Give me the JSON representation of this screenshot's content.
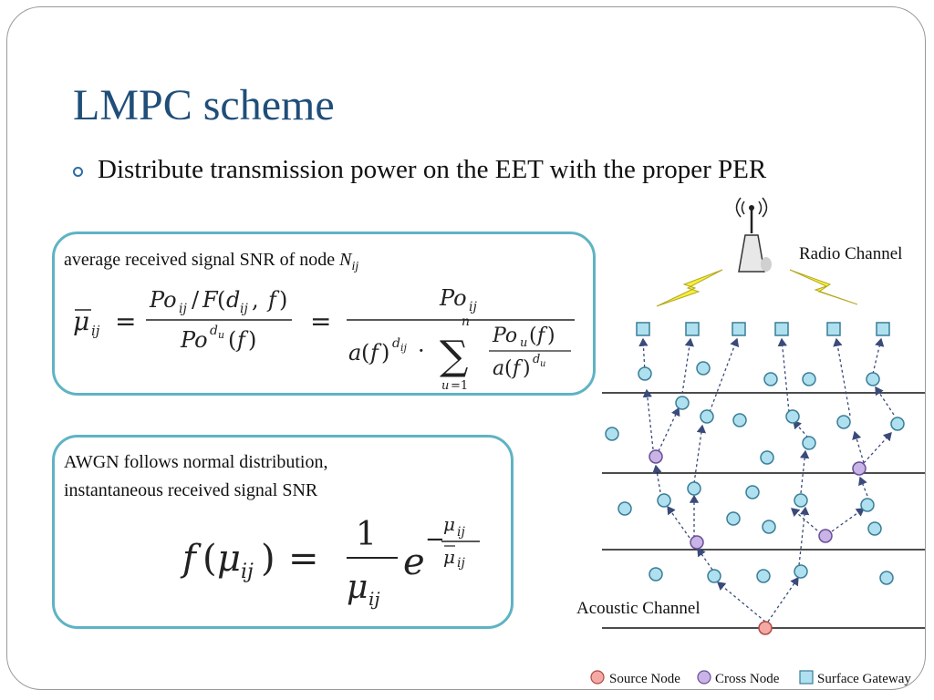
{
  "slide": {
    "title": "LMPC scheme",
    "bullet": "Distribute transmission power on the EET with the proper PER"
  },
  "box1": {
    "caption_text": "average received signal SNR of node ",
    "caption_var": "N",
    "caption_sub": "ij"
  },
  "box2": {
    "caption_line1": "AWGN follows normal distribution,",
    "caption_line2": "instantaneous received signal SNR"
  },
  "diagram": {
    "radio_channel": "Radio Channel",
    "acoustic_channel": "Acoustic Channel",
    "legend": {
      "source": "Source Node",
      "cross": "Cross Node",
      "gateway": "Surface Gateway"
    },
    "colors": {
      "source": "#f4a9a4",
      "cross": "#c8b4e6",
      "node": "#aee0f0",
      "lightning": "#f5f03c",
      "accent": "#1f4e79"
    }
  }
}
